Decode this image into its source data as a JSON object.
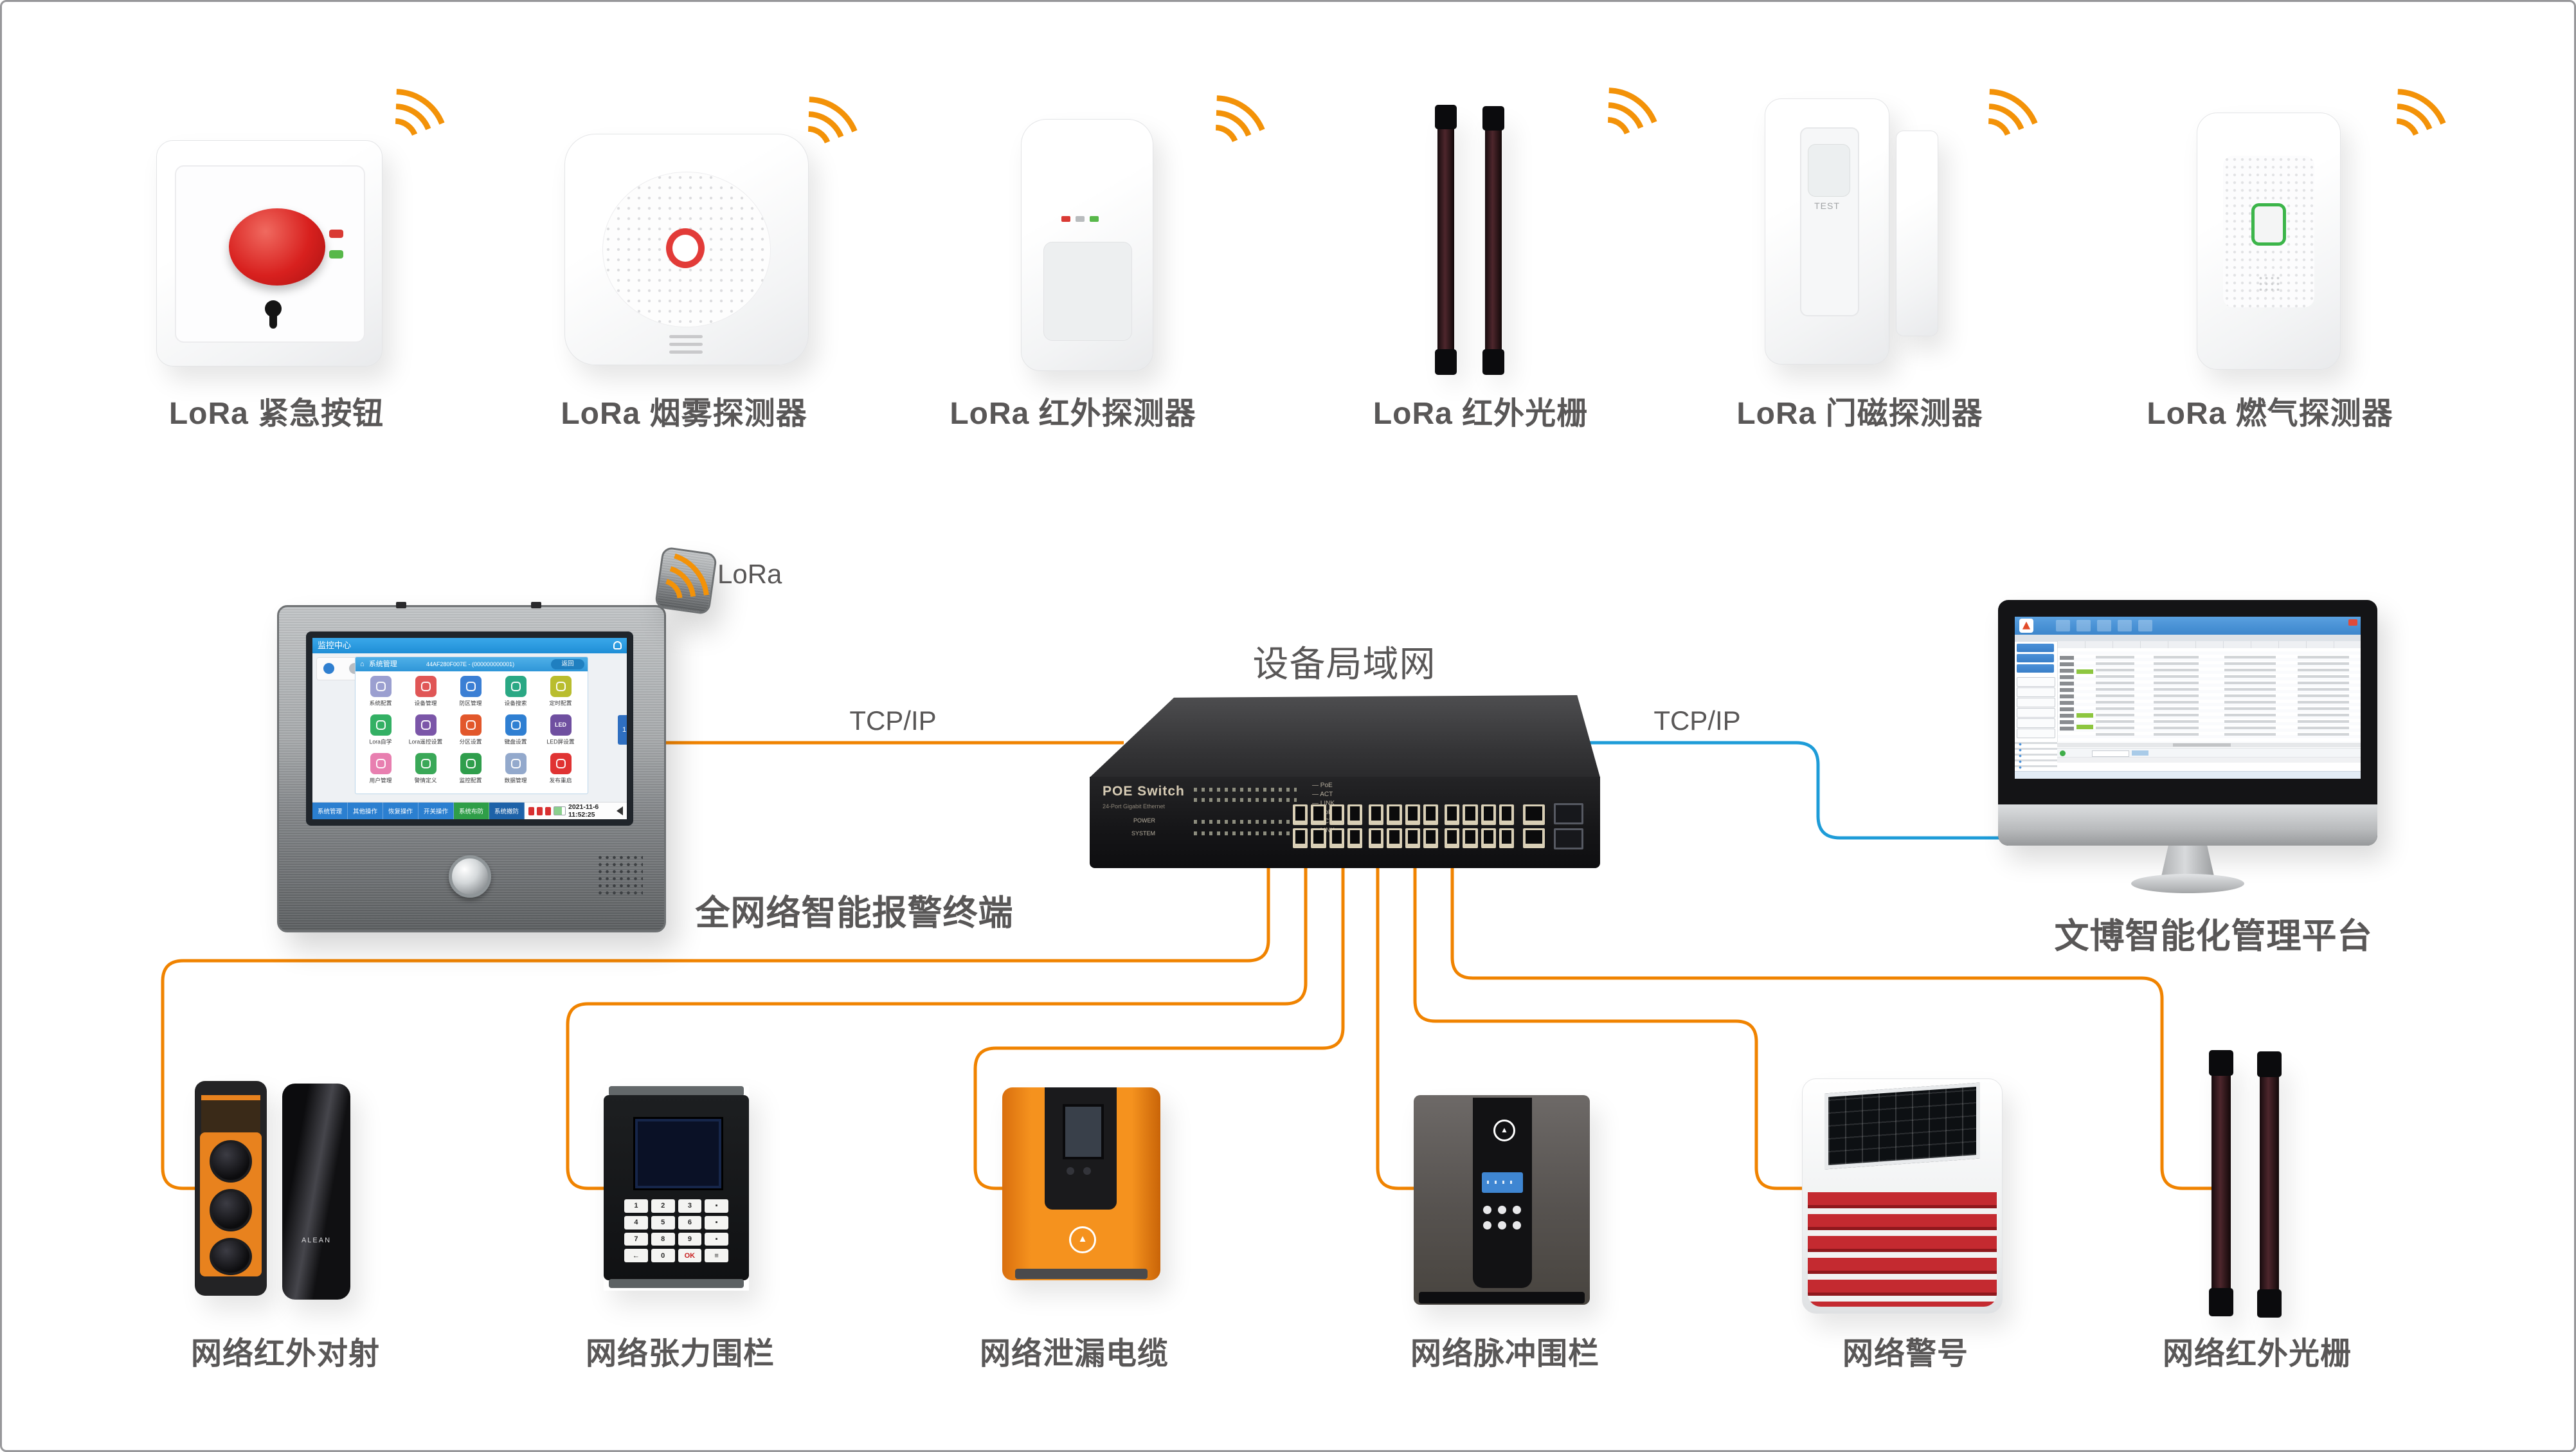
{
  "top_devices": [
    {
      "id": "emergency-button",
      "label": "LoRa 紧急按钮"
    },
    {
      "id": "smoke-detector",
      "label": "LoRa 烟雾探测器"
    },
    {
      "id": "pir-detector",
      "label": "LoRa 红外探测器"
    },
    {
      "id": "ir-grating",
      "label": "LoRa 红外光栅"
    },
    {
      "id": "door-magnet",
      "label": "LoRa 门磁探测器"
    },
    {
      "id": "gas-detector",
      "label": "LoRa 燃气探测器"
    }
  ],
  "bottom_devices": [
    {
      "id": "ir-beam",
      "label": "网络红外对射"
    },
    {
      "id": "tension-fence",
      "label": "网络张力围栏"
    },
    {
      "id": "leak-cable",
      "label": "网络泄漏电缆"
    },
    {
      "id": "pulse-fence",
      "label": "网络脉冲围栏"
    },
    {
      "id": "siren",
      "label": "网络警号"
    },
    {
      "id": "net-ir-grating",
      "label": "网络红外光栅"
    }
  ],
  "network": {
    "lora_label": "LoRa",
    "lan_label": "设备局域网",
    "tcp_left": "TCP/IP",
    "tcp_right": "TCP/IP",
    "terminal_label": "全网络智能报警终端",
    "platform_label": "文博智能化管理平台"
  },
  "terminal_screen": {
    "titlebar": "监控中心",
    "dialog_title": "系统管理",
    "device_id": "44AF280F007E - (000000000001)",
    "back_label": "返回",
    "page_indicator": "1",
    "datetime": "2021-11-6 11:52:25",
    "apps": [
      {
        "label": "系统配置",
        "color": "#9b9fd0"
      },
      {
        "label": "设备管理",
        "color": "#e05656"
      },
      {
        "label": "防区管理",
        "color": "#3b7fd4"
      },
      {
        "label": "设备搜索",
        "color": "#2aa884"
      },
      {
        "label": "定时配置",
        "color": "#b9bd2e"
      },
      {
        "label": "Lora自学",
        "color": "#33b064"
      },
      {
        "label": "Lora遥控设置",
        "color": "#7b56a8"
      },
      {
        "label": "分区设置",
        "color": "#e2572b"
      },
      {
        "label": "键盘设置",
        "color": "#2f7fd2"
      },
      {
        "label": "LED屏设置",
        "color": "#6f4fa0",
        "glyph": "LED"
      },
      {
        "label": "用户管理",
        "color": "#e87fb0"
      },
      {
        "label": "警情定义",
        "color": "#3aa858"
      },
      {
        "label": "监控配置",
        "color": "#2f9e4c"
      },
      {
        "label": "数据管理",
        "color": "#93a9cc"
      },
      {
        "label": "发布重启",
        "color": "#e03333"
      }
    ],
    "toolbar": [
      {
        "label": "系统管理",
        "color": "#2b7fd0"
      },
      {
        "label": "其他操作",
        "color": "#2b7fd0"
      },
      {
        "label": "恢复操作",
        "color": "#2b7fd0"
      },
      {
        "label": "开关操作",
        "color": "#2b7fd0"
      },
      {
        "label": "系统布防",
        "color": "#2f9e48"
      },
      {
        "label": "系统撤防",
        "color": "#1e62a8"
      }
    ]
  },
  "switch": {
    "name": "POE Switch",
    "subtitle": "24-Port Gigabit Ethernet",
    "led_labels": [
      "PoE",
      "ACT",
      "LINK",
      "PoE",
      "ACT",
      "LINK"
    ],
    "power_label": "POWER",
    "system_label": "SYSTEM"
  },
  "details": {
    "door_test": "TEST",
    "beam_brand": "ALEAN",
    "keypad_keys": [
      "1",
      "2",
      "3",
      "▪",
      "4",
      "5",
      "6",
      "▪",
      "7",
      "8",
      "9",
      "▪",
      "←",
      "0",
      "OK",
      "≡"
    ]
  },
  "colors": {
    "wire_orange": "#F08300",
    "wire_blue": "#1E9CD8",
    "wifi_orange": "#F39208",
    "label_ink": "#595757"
  }
}
